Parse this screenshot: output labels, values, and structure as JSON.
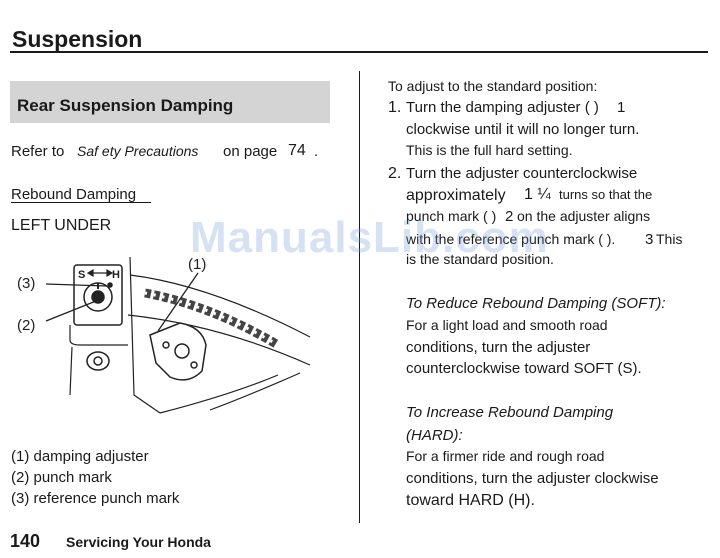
{
  "page_title": "Suspension",
  "section_title": "Rear Suspension Damping",
  "refer": {
    "prefix": "Refer to",
    "link": "Saf ety Precautions",
    "mid": "on page",
    "page": "74",
    "suffix": "."
  },
  "rebound_heading": "Rebound Damping",
  "location": "LEFT UNDER",
  "figure": {
    "callouts": [
      "(1)",
      "(2)",
      "(3)"
    ],
    "scale_s": "S",
    "scale_h": "H"
  },
  "captions": [
    "(1) damping adjuster",
    "(2) punch mark",
    "(3) reference punch mark"
  ],
  "right": {
    "intro": "To adjust to the standard position:",
    "step1_num": "1.",
    "step1_a": "Turn the damping adjuster ( )",
    "step1_ref": "1",
    "step1_b": "clockwise until it will no longer turn.",
    "step1_c": "This is the full hard setting.",
    "step2_num": "2.",
    "step2_a": "Turn the adjuster counterclockwise",
    "step2_b": "approximately",
    "step2_val": "1 ¼",
    "step2_c": "turns so that the",
    "step2_d": "punch mark ( )",
    "step2_ref2": "2",
    "step2_e": "on the adjuster aligns",
    "step2_f": "with the reference punch mark ( ).",
    "step2_ref3": "3",
    "step2_g": "This",
    "step2_h": "is the standard position.",
    "soft_title": "To Reduce Rebound Damping (SOFT):",
    "soft_1": "For a light load and smooth road",
    "soft_2": "conditions, turn the adjuster",
    "soft_3": "counterclockwise toward SOFT (S).",
    "hard_title_1": "To Increase Rebound Damping",
    "hard_title_2": "(HARD):",
    "hard_1": "For a firmer ride and rough road",
    "hard_2": "conditions, turn the adjuster clockwise",
    "hard_3": "toward HARD (H)."
  },
  "watermark": "ManualsLib.com",
  "footer": {
    "page_num": "140",
    "text": "Servicing Your Honda"
  }
}
